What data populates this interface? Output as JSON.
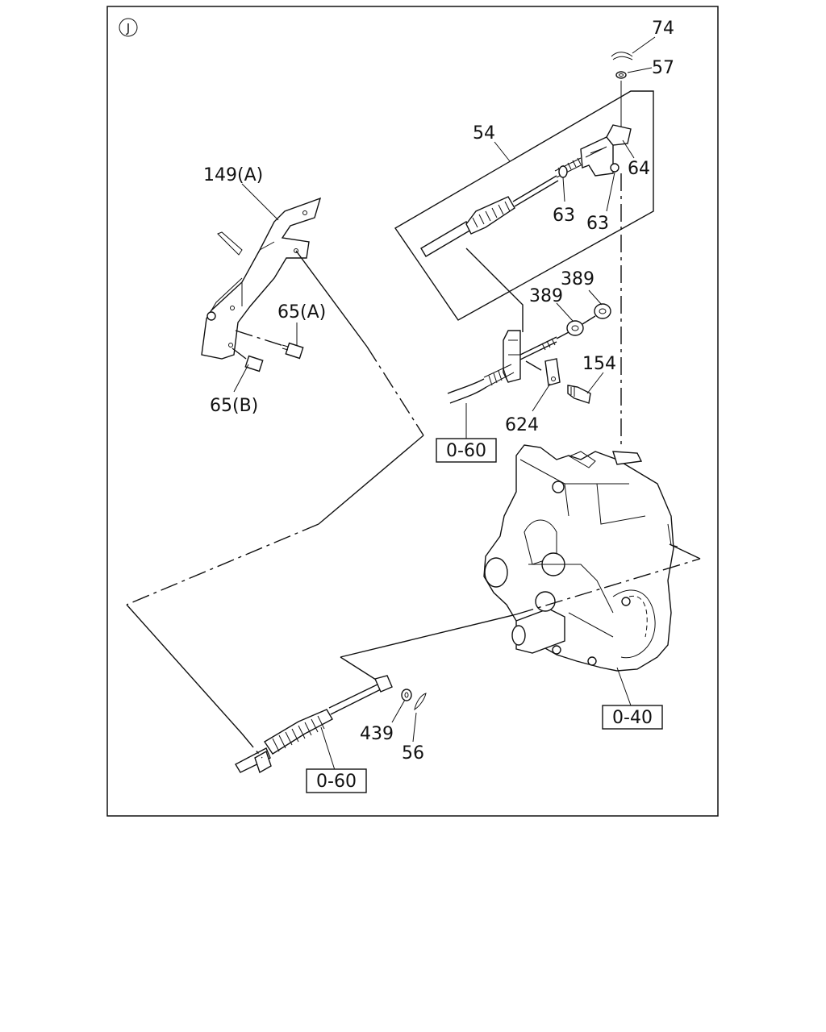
{
  "section_marker": "J",
  "part_labels": {
    "p74": "74",
    "p57": "57",
    "p54": "54",
    "p64": "64",
    "p63a": "63",
    "p63b": "63",
    "p149a": "149(A)",
    "p65a": "65(A)",
    "p65b": "65(B)",
    "p389a": "389",
    "p389b": "389",
    "p154": "154",
    "p624": "624",
    "p439": "439",
    "p56": "56"
  },
  "reference_boxes": {
    "ref_upper": "0-60",
    "ref_lower": "0-60",
    "ref_trans": "0-40"
  }
}
